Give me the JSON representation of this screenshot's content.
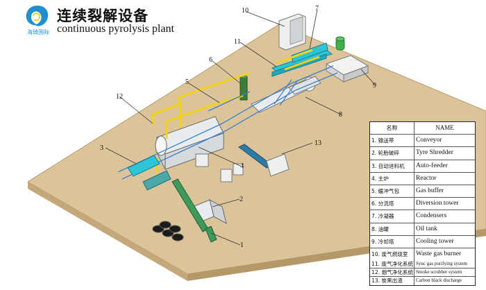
{
  "brand": {
    "title_zh": "连续裂解设备",
    "title_en": "continuous pyrolysis plant",
    "logo_name": "海琦国际",
    "logo_color": "#1f8fd0"
  },
  "colors": {
    "ground": "#dcc49a",
    "ground_side": "#c4a87a",
    "pipe_yellow": "#f2d21a",
    "cyan": "#2ec4d8",
    "tank_green": "#3fb04a",
    "steel": "#e9ecee",
    "blue_rail": "#3b7fd0"
  },
  "callouts": [
    "1",
    "2",
    "3",
    "4",
    "5",
    "6",
    "7",
    "8",
    "9",
    "10",
    "11",
    "12",
    "13"
  ],
  "legend": {
    "header": {
      "cn": "名称",
      "en": "NAME"
    },
    "rows": [
      {
        "cn": "1. 输送带",
        "en": "Conveyor"
      },
      {
        "cn": "2. 轮胎破碎",
        "en": "Tyre Shredder"
      },
      {
        "cn": "3. 自动进料机",
        "en": "Auto-feeder"
      },
      {
        "cn": "4. 主炉",
        "en": "Reactor"
      },
      {
        "cn": "5. 缓冲气包",
        "en": "Gas buffer"
      },
      {
        "cn": "6. 分流塔",
        "en": "Diversion tower"
      },
      {
        "cn": "7. 冷凝器",
        "en": "Condensers"
      },
      {
        "cn": "8. 油罐",
        "en": "Oil tank"
      },
      {
        "cn": "9. 冷却塔",
        "en": "Cooling tower"
      },
      {
        "cn": "10. 废气燃烧室",
        "en": "Waste gas burner"
      },
      {
        "cn": "11. 废气净化系统",
        "en": "Sync gas purifying system"
      },
      {
        "cn": "12. 烟气净化系统",
        "en": "Smoke scrubber system"
      },
      {
        "cn": "13. 炭黑出渣",
        "en": "Carbon black discharge"
      }
    ]
  }
}
